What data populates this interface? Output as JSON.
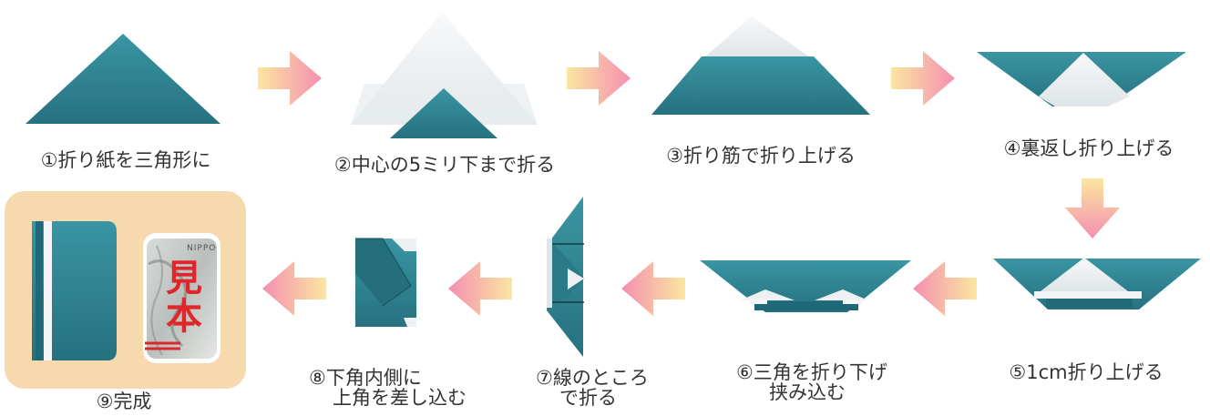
{
  "steps": [
    {
      "id": 1,
      "text": "①折り紙を三角形に"
    },
    {
      "id": 2,
      "text": "②中心の5ミリ下まで折る"
    },
    {
      "id": 3,
      "text": "③折り筋で折り上げる"
    },
    {
      "id": 4,
      "text": "④裏返し折り上げる"
    },
    {
      "id": 5,
      "text": "⑤1cm折り上げる"
    },
    {
      "id": 6,
      "line1": "⑥三角を折り下げ",
      "line2": "挟み込む"
    },
    {
      "id": 7,
      "line1": "⑦線のところ",
      "line2": "で折る"
    },
    {
      "id": 8,
      "line1": "⑧下角内側に",
      "line2": "上角を差し込む"
    },
    {
      "id": 9,
      "text": "⑨完成"
    }
  ],
  "final": {
    "sample_text": "見本",
    "banknote_text": "NIPPO"
  },
  "colors": {
    "paper_teal": "#2c7f8d",
    "paper_teal_dark": "#1f6877",
    "paper_white": "#eef1f3",
    "arrow_pink": "#f48fb1",
    "arrow_yellow": "#fbe6a0",
    "final_bg": "#f6d9ad",
    "sample_red": "#e0262b"
  },
  "icons": {
    "arrow": "gradient-arrow-icon"
  }
}
